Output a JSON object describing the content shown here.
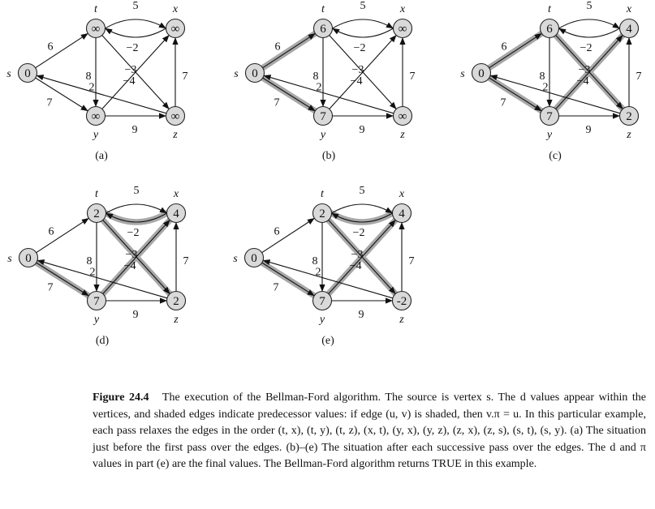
{
  "panels": [
    {
      "label": "(a)",
      "d": {
        "s": "0",
        "t": "∞",
        "x": "∞",
        "y": "∞",
        "z": "∞"
      },
      "shaded": []
    },
    {
      "label": "(b)",
      "d": {
        "s": "0",
        "t": "6",
        "x": "∞",
        "y": "7",
        "z": "∞"
      },
      "shaded": [
        "s-t",
        "s-y"
      ]
    },
    {
      "label": "(c)",
      "d": {
        "s": "0",
        "t": "6",
        "x": "4",
        "y": "7",
        "z": "2"
      },
      "shaded": [
        "s-t",
        "s-y",
        "t-z",
        "y-x"
      ]
    },
    {
      "label": "(d)",
      "d": {
        "s": "0",
        "t": "2",
        "x": "4",
        "y": "7",
        "z": "2"
      },
      "shaded": [
        "x-t",
        "s-y",
        "t-z",
        "y-x"
      ]
    },
    {
      "label": "(e)",
      "d": {
        "s": "0",
        "t": "2",
        "x": "4",
        "y": "7",
        "z": "-2"
      },
      "shaded": [
        "x-t",
        "s-y",
        "t-z",
        "y-x"
      ]
    }
  ],
  "vertex_names": {
    "s": "s",
    "t": "t",
    "x": "x",
    "y": "y",
    "z": "z"
  },
  "edges": [
    {
      "id": "s-t",
      "from": "s",
      "to": "t",
      "weight": "6"
    },
    {
      "id": "s-y",
      "from": "s",
      "to": "y",
      "weight": "7"
    },
    {
      "id": "t-x",
      "from": "t",
      "to": "x",
      "weight": "5"
    },
    {
      "id": "x-t",
      "from": "x",
      "to": "t",
      "weight": "−2"
    },
    {
      "id": "t-y",
      "from": "t",
      "to": "y",
      "weight": "8"
    },
    {
      "id": "t-z",
      "from": "t",
      "to": "z",
      "weight": "−4"
    },
    {
      "id": "y-x",
      "from": "y",
      "to": "x",
      "weight": "−3"
    },
    {
      "id": "y-z",
      "from": "y",
      "to": "z",
      "weight": "9"
    },
    {
      "id": "z-x",
      "from": "z",
      "to": "x",
      "weight": "7"
    },
    {
      "id": "z-s",
      "from": "z",
      "to": "s",
      "weight": "2"
    }
  ],
  "caption": {
    "figure_number": "Figure 24.4",
    "text": "The execution of the Bellman-Ford algorithm. The source is vertex s. The d values appear within the vertices, and shaded edges indicate predecessor values: if edge (u, v) is shaded, then v.π = u. In this particular example, each pass relaxes the edges in the order (t, x), (t, y), (t, z), (x, t), (y, x), (y, z), (z, x), (z, s), (s, t), (s, y). (a) The situation just before the first pass over the edges. (b)–(e) The situation after each successive pass over the edges. The d and π values in part (e) are the final values. The Bellman-Ford algorithm returns TRUE in this example."
  }
}
